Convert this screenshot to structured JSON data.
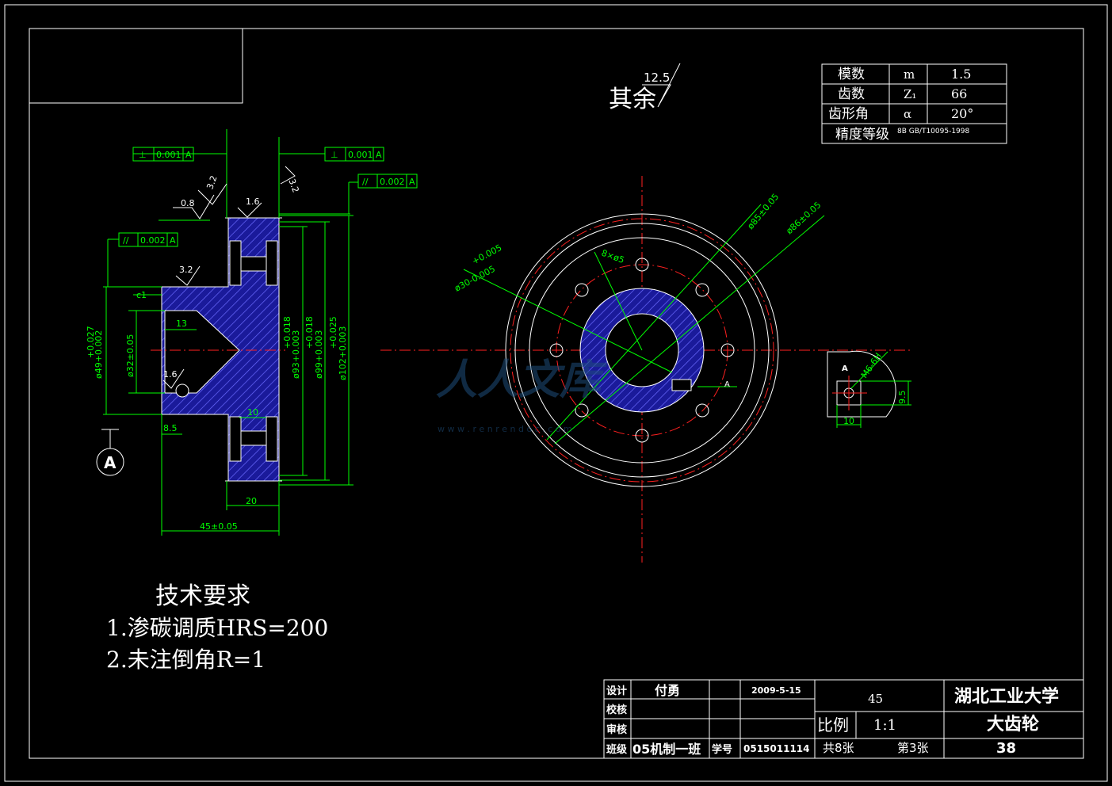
{
  "surface_note": {
    "value": "12.5",
    "label": "其余"
  },
  "gear_params": [
    {
      "name": "模数",
      "symbol": "m",
      "value": "1.5"
    },
    {
      "name": "齿数",
      "symbol": "Z₁",
      "value": "66"
    },
    {
      "name": "齿形角",
      "symbol": "α",
      "value": "20°"
    },
    {
      "name": "精度等级",
      "symbol": "8B GB/T10095-1998",
      "value": ""
    }
  ],
  "tolerances": {
    "perp_left": {
      "value": "0.001",
      "datum": "A"
    },
    "perp_right": {
      "value": "0.001",
      "datum": "A"
    },
    "parallel_right": {
      "value": "0.002",
      "datum": "A"
    },
    "parallel_left": {
      "value": "0.002",
      "datum": "A"
    }
  },
  "section_dims": {
    "rough_32a": "3.2",
    "rough_32b": "3.2",
    "rough_08": "0.8",
    "rough_16a": "1.6",
    "rough_32c": "3.2",
    "rough_16b": "1.6",
    "chamfer": "c1",
    "d13": "13",
    "d49": "ø49+0.002",
    "d49_tol": "+0.027",
    "d32": "ø32±0.05",
    "d93": "ø93+0.003",
    "d93_tol": "+0.018",
    "d99": "ø99+0.003",
    "d99_tol": "+0.018",
    "d102": "ø102+0.003",
    "d102_tol": "+0.025",
    "d10": "10",
    "d85": "8.5",
    "d20": "20",
    "d45": "45±0.05",
    "datum": "A"
  },
  "front_dims": {
    "d85": "ø85±0.05",
    "d86": "ø86±0.05",
    "d30": "ø30-0.005",
    "d30_tol": "+0.005",
    "d5": "8×ø5",
    "view_label": "A"
  },
  "detail_dims": {
    "label": "A",
    "thread": "M6-6H",
    "h": "9.5",
    "w": "10"
  },
  "tech_requirements": {
    "title": "技术要求",
    "items": [
      "1.渗碳调质HRS=200",
      "2.未注倒角R=1"
    ]
  },
  "title_block": {
    "design_label": "设计",
    "designer": "付勇",
    "date": "2009-5-15",
    "check_label": "校核",
    "review_label": "审核",
    "class_label": "班级",
    "class_value": "05机制一班",
    "sid_label": "学号",
    "sid_value": "0515011114",
    "material": "45",
    "scale_label": "比例",
    "scale": "1:1",
    "sheets_total": "共8张",
    "sheet_no": "第3张",
    "school": "湖北工业大学",
    "part_name": "大齿轮",
    "drawing_no": "38"
  },
  "watermark": {
    "text": "人人文库",
    "url": "w w w . r e n r e n d o c . c o m"
  }
}
